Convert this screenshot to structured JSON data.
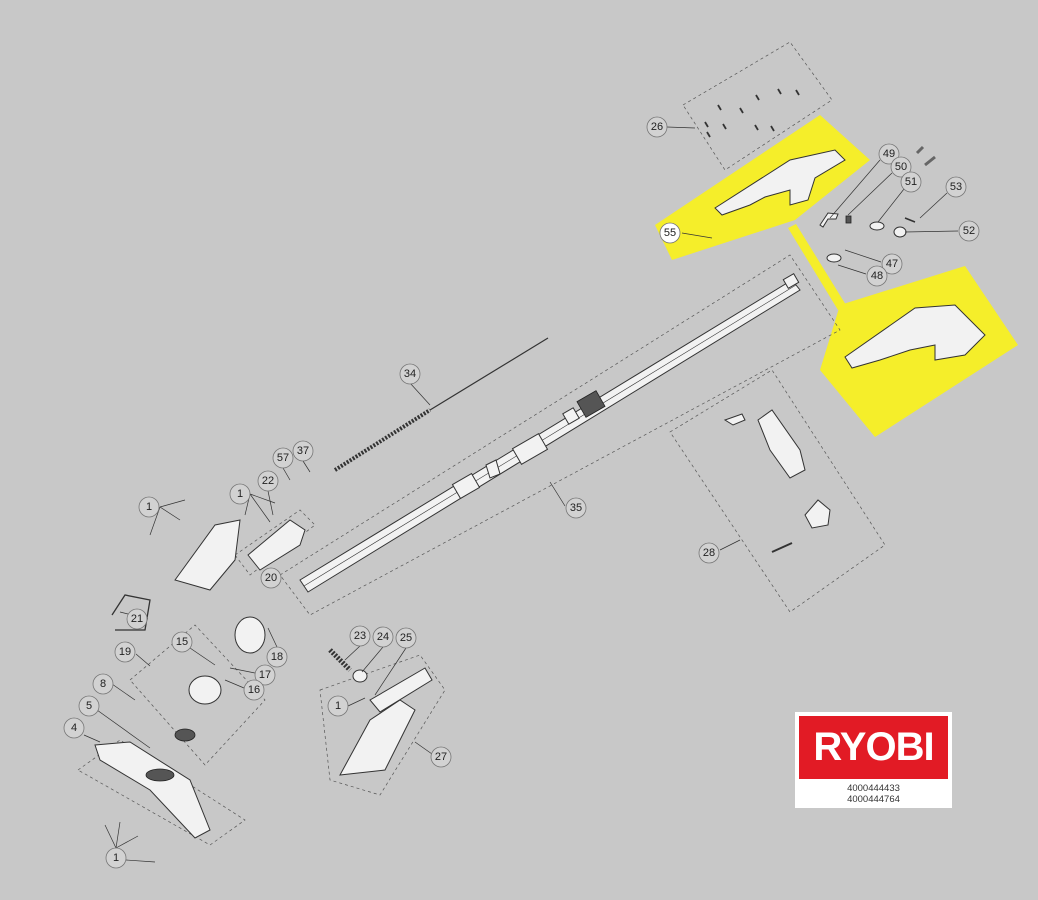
{
  "diagram": {
    "callouts": [
      "26",
      "49",
      "50",
      "51",
      "53",
      "52",
      "55",
      "47",
      "48",
      "34",
      "37",
      "57",
      "22",
      "1",
      "1",
      "35",
      "28",
      "20",
      "21",
      "18",
      "19",
      "15",
      "17",
      "16",
      "23",
      "24",
      "25",
      "8",
      "1",
      "5",
      "27",
      "4",
      "1"
    ],
    "highlight_color": "#f5ee2a"
  },
  "logo": {
    "brand": "RYOBI",
    "brand_color": "#e21b25",
    "part_numbers": [
      "4000444433",
      "4000444764"
    ]
  }
}
